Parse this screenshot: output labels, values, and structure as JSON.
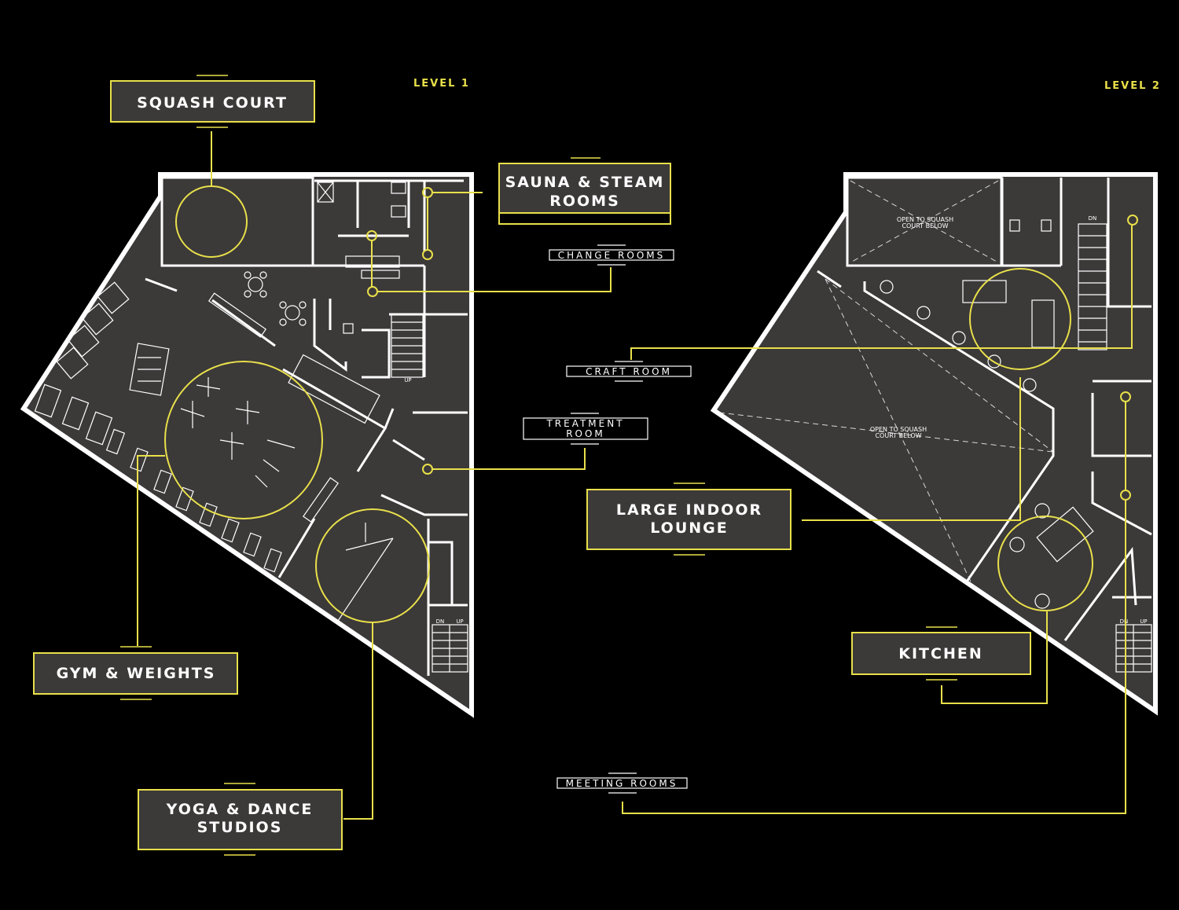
{
  "levels": {
    "level1": "LEVEL 1",
    "level2": "LEVEL 2"
  },
  "labels": {
    "squash_court": "SQUASH COURT",
    "sauna_line1": "SAUNA & STEAM",
    "sauna_line2": "ROOMS",
    "change_rooms": "CHANGE ROOMS",
    "craft_room": "CRAFT ROOM",
    "treatment_line1": "TREATMENT",
    "treatment_line2": "ROOM",
    "lounge_line1": "LARGE INDOOR",
    "lounge_line2": "LOUNGE",
    "kitchen": "KITCHEN",
    "gym_weights": "GYM & WEIGHTS",
    "yoga_line1": "YOGA & DANCE",
    "yoga_line2": "STUDIOS",
    "meeting_rooms": "MEETING ROOMS"
  },
  "plan_notes": {
    "open_squash_top_line1": "OPEN TO SQUASH",
    "open_squash_top_line2": "COURT BELOW",
    "open_squash_main_line1": "OPEN TO SQUASH",
    "open_squash_main_line2": "COURT BELOW",
    "up": "UP",
    "dn": "DN"
  },
  "colors": {
    "accent": "#e8e04a",
    "floor": "#3c3939",
    "background": "#000000",
    "wall": "#ffffff"
  }
}
